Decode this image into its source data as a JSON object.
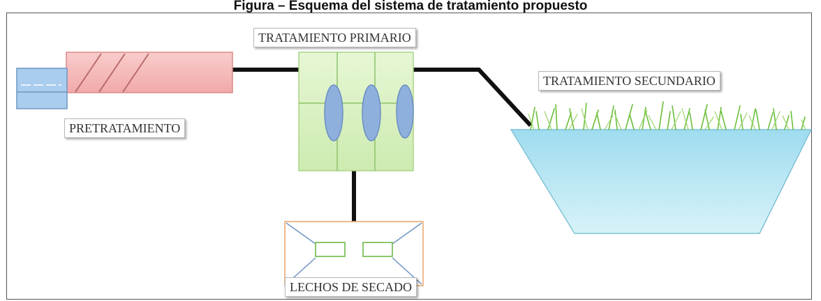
{
  "figure": {
    "caption": "Figura – Esquema del sistema de tratamiento propuesto"
  },
  "labels": {
    "primary": "TRATAMIENTO PRIMARIO",
    "secondary": "TRATAMIENTO SECUNDARIO",
    "pretreatment": "PRETRATAMIENTO",
    "drying": "LECHOS DE SECADO"
  },
  "colors": {
    "pipe": "#111111",
    "pretreatment_tank": "#f6b9b9",
    "inlet_box": "#9ec3ea",
    "primary_tank": "#d9f2c2",
    "primary_ellipse": "#8fb0dd",
    "secondary_basin": "#bde8f3",
    "grass": "#6bbf3a",
    "drying_frame": "#e9a46a"
  }
}
